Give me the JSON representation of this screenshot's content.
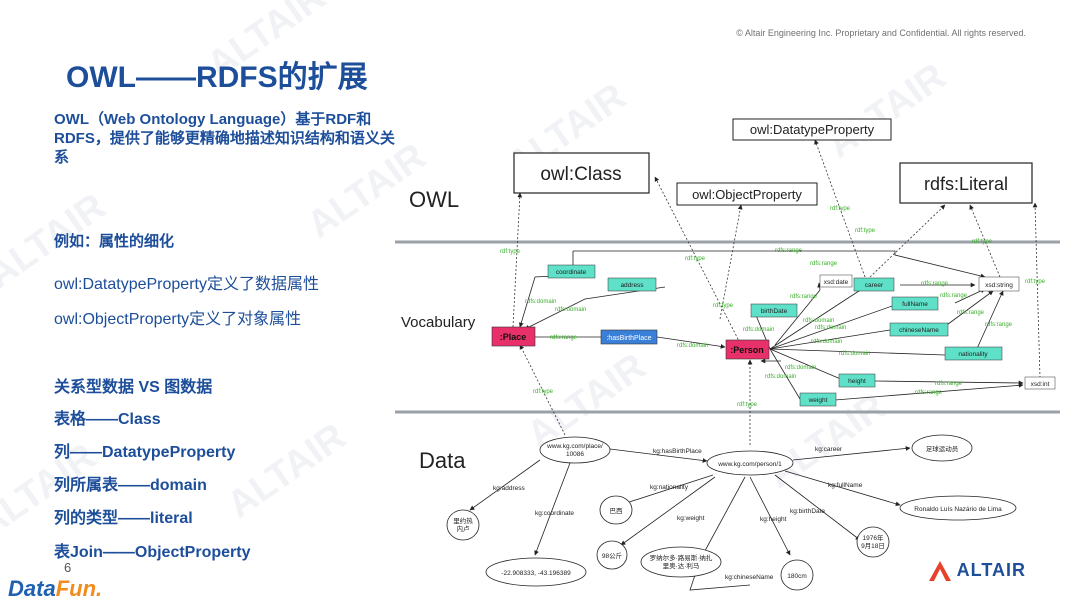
{
  "header": {
    "copyright": "© Altair Engineering Inc. Proprietary and Confidential. All rights reserved.",
    "title": "OWL——RDFS的扩展"
  },
  "left": {
    "intro": "OWL（Web Ontology Language）基于RDF和RDFS，提供了能够更精确地描述知识结构和语义关系",
    "example_title": "例如：属性的细化",
    "datatype_line": "owl:DatatypeProperty定义了数据属性",
    "object_line": "owl:ObjectProperty定义了对象属性",
    "compare_title": "关系型数据 VS 图数据",
    "compare_items": [
      "表格——Class",
      "列——DatatypeProperty",
      "列所属表——domain",
      "列的类型——literal",
      "表Join——ObjectProperty"
    ]
  },
  "footer": {
    "page_number": "6",
    "datafun_logo_a": "Data",
    "datafun_logo_b": "Fun.",
    "altair_logo": "ALTAIR"
  },
  "watermark_text": "ALTAIR",
  "diagram": {
    "layer_labels": {
      "owl": "OWL",
      "vocabulary": "Vocabulary",
      "data": "Data"
    },
    "owl_nodes": {
      "class": "owl:Class",
      "object_property": "owl:ObjectProperty",
      "datatype_property": "owl:DatatypeProperty",
      "literal": "rdfs:Literal"
    },
    "vocab_nodes": {
      "place": ":Place",
      "person": ":Person",
      "has_birth_place": ":hasBirthPlace",
      "coordinate": "coordinate",
      "address": "address",
      "birth_date": "birthDate",
      "career": "career",
      "full_name": "fullName",
      "chinese_name": "chineseName",
      "nationality": "nationality",
      "height": "height",
      "weight": "weight",
      "xsd_date": "xsd:date",
      "xsd_string": "xsd:string",
      "xsd_int": "xsd:int"
    },
    "edge_labels": {
      "rdf_type": "rdf:type",
      "rdfs_range": "rdfs:range",
      "rdfs_domain": "rdfs:domain"
    },
    "data_nodes": {
      "place_uri": "www.kg.com/place/\n10086",
      "person_uri": "www.kg.com/person/1",
      "address_val": "里约热\n内卢",
      "coordinate_val": "-22.908333, -43.196389",
      "nationality_val": "巴西",
      "weight_val": "98公斤",
      "chinese_name_val": "罗纳尔多·路易斯·纳扎\n里奥·达·利马",
      "height_val": "180cm",
      "birth_date_val": "1976年\n9月18日",
      "full_name_val": "Ronaldo Luís Nazário de Lima",
      "career_val": "足球运动员"
    },
    "data_edges": {
      "has_birth_place": "kg:hasBirthPlace",
      "career": "kg:career",
      "address": "kg:address",
      "coordinate": "kg:coordinate",
      "nationality": "kg:nationality",
      "weight": "kg:weight",
      "chinese_name": "kg:chineseName",
      "height": "kg:height",
      "birth_date": "kg:birthDate",
      "full_name": "kg:fullName"
    }
  }
}
